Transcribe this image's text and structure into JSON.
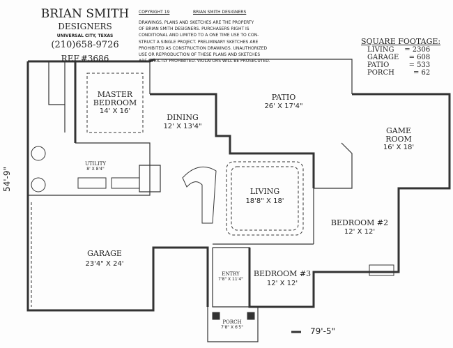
{
  "designer": {
    "name": "BRIAN SMITH",
    "subtitle": "DESIGNERS",
    "location": "UNIVERSAL CITY, TEXAS",
    "phone": "(210)658-9726",
    "ref": "REF.#3686"
  },
  "copyright": {
    "line1": "COPYRIGHT 19",
    "line1b": "BRIAN SMITH DESIGNERS",
    "lines": [
      "DRAWINGS, PLANS AND SKETCHES ARE THE PROPERTY",
      "OF BRIAN SMITH DESIGNERS.  PURCHASERS RIGHT IS",
      "CONDITIONAL AND LIMITED TO A ONE TIME USE TO CON-",
      "STRUCT A SINGLE PROJECT.  PRELIMINARY SKETCHES ARE",
      "PROHIBITED AS CONSTRUCTION DRAWINGS.  UNAUTHORIZED",
      "USE OR REPRODUCTION OF THESE PLANS AND SKETCHES",
      "ARE STRICTLY PROHIBITED.  VIOLATORS WILL BE PROSECUTED."
    ]
  },
  "square_footage": {
    "title": "SQUARE FOOTAGE:",
    "rows": [
      {
        "label": "LIVING",
        "value": "= 2306"
      },
      {
        "label": "GARAGE",
        "value": "= 608"
      },
      {
        "label": "PATIO",
        "value": "= 533"
      },
      {
        "label": "PORCH",
        "value": "= 62"
      }
    ]
  },
  "rooms": {
    "master": {
      "name1": "MASTER",
      "name2": "BEDROOM",
      "size": "14' X 16'"
    },
    "dining": {
      "name": "DINING",
      "size": "12' X 13'4\""
    },
    "patio": {
      "name": "PATIO",
      "size": "26' X 17'4\""
    },
    "game": {
      "name1": "GAME",
      "name2": "ROOM",
      "size": "16' X 18'"
    },
    "utility": {
      "name": "UTILITY",
      "size": "8' X 8'4\""
    },
    "living": {
      "name": "LIVING",
      "size": "18'8\" X 18'"
    },
    "bed2": {
      "name": "BEDROOM #2",
      "size": "12' X 12'"
    },
    "garage": {
      "name": "GARAGE",
      "size": "23'4\" X 24'"
    },
    "entry": {
      "name": "ENTRY",
      "size": "7'8\" X 11'4\""
    },
    "bed3": {
      "name": "BEDROOM #3",
      "size": "12' X 12'"
    },
    "porch": {
      "name": "PORCH",
      "size": "7'8\" X 6'5\""
    }
  },
  "dimensions": {
    "depth": "54'-9\"",
    "width": "79'-5\""
  }
}
